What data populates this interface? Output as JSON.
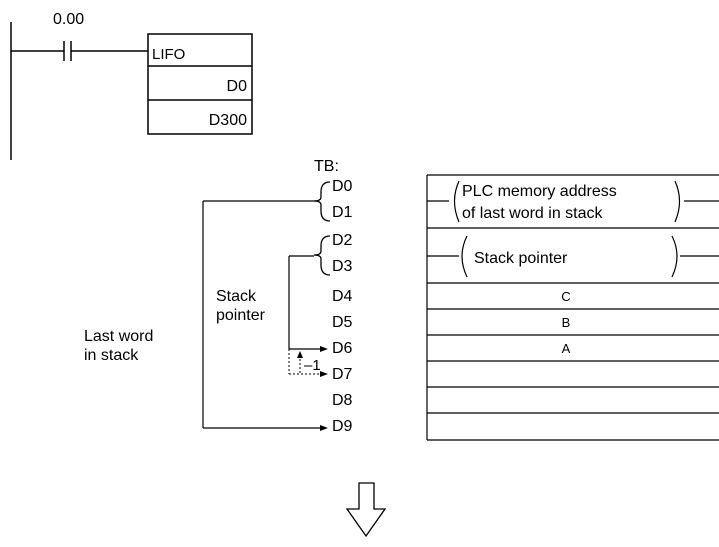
{
  "ladder": {
    "contact_address": "0.00",
    "instruction": "LIFO",
    "operand_1": "D0",
    "operand_2": "D300"
  },
  "table": {
    "tb_label": "TB:",
    "rows": [
      "D0",
      "D1",
      "D2",
      "D3",
      "D4",
      "D5",
      "D6",
      "D7",
      "D8",
      "D9"
    ],
    "address_note_line1": "PLC memory address",
    "address_note_line2": "of last word in stack",
    "stack_pointer_note": "Stack pointer",
    "cell_c": "C",
    "cell_b": "B",
    "cell_a": "A"
  },
  "annotations": {
    "stack_pointer_line1": "Stack",
    "stack_pointer_line2": "pointer",
    "last_word_line1": "Last word",
    "last_word_line2": "in stack",
    "decrement": "–1"
  },
  "colors": {
    "ink": "#000000",
    "background": "#ffffff"
  }
}
